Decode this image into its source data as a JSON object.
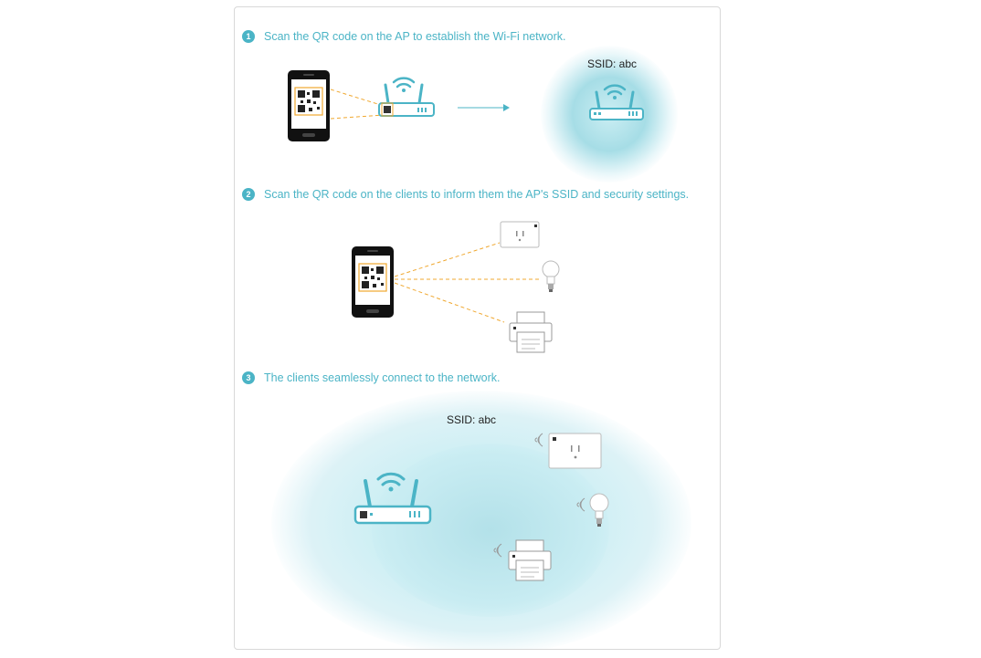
{
  "steps": [
    {
      "num": "1",
      "text": "Scan the QR code on the AP to establish the Wi-Fi network."
    },
    {
      "num": "2",
      "text": "Scan the QR code on the clients to inform them the AP's SSID and security settings."
    },
    {
      "num": "3",
      "text": "The clients seamlessly connect to the network."
    }
  ],
  "ssid_label": "SSID: abc",
  "colors": {
    "accent": "#4bb4c6",
    "dash": "#f0a830",
    "phone": "#111111",
    "glow": "#bfe6ee"
  }
}
